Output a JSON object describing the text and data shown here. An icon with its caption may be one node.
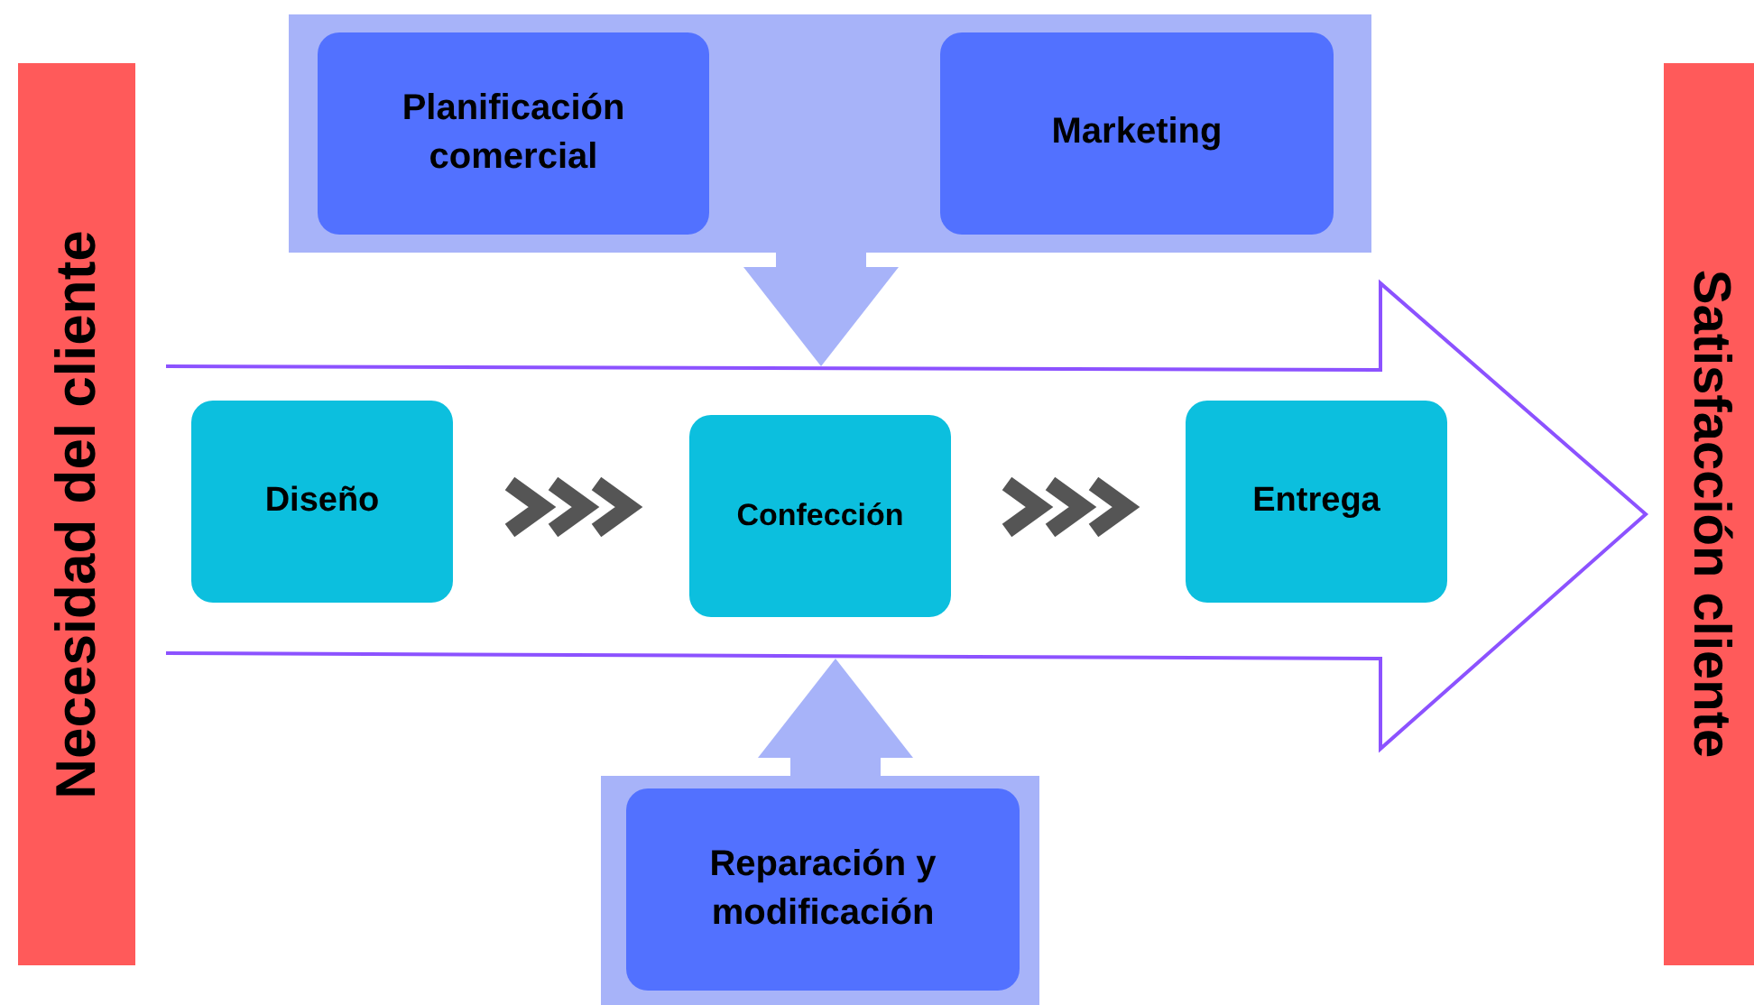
{
  "diagram": {
    "nodes": [
      {
        "text": [
          "Necesidad del cliente"
        ]
      },
      {
        "text": [],
        "shape": "box"
      },
      {
        "text": [
          "Planificación comercial"
        ],
        "in": 1
      },
      {
        "text": [
          "Marketing"
        ],
        "in": 1
      },
      {
        "text": [],
        "shape": "arrow"
      },
      {
        "text": [
          "Diseño"
        ],
        "in": 4
      },
      {
        "text": [
          "Confección"
        ],
        "in": 4
      },
      {
        "text": [
          "Entrega"
        ],
        "in": 4
      },
      {
        "text": [],
        "shape": "box"
      },
      {
        "text": [
          "Reparación y modificación"
        ],
        "in": 8
      },
      {
        "text": [
          "Satisfacción cliente"
        ]
      }
    ],
    "edges": [
      {
        "from": 5,
        "to": 6,
        "arrow": "to"
      },
      {
        "from": 6,
        "to": 7,
        "arrow": "to"
      },
      {
        "from": 1,
        "to": 4,
        "arrow": "to",
        "style": "thick",
        "color": "#a7b3f9"
      },
      {
        "from": 8,
        "to": 4,
        "arrow": "to",
        "style": "thick",
        "color": "#a7b3f9"
      }
    ]
  }
}
